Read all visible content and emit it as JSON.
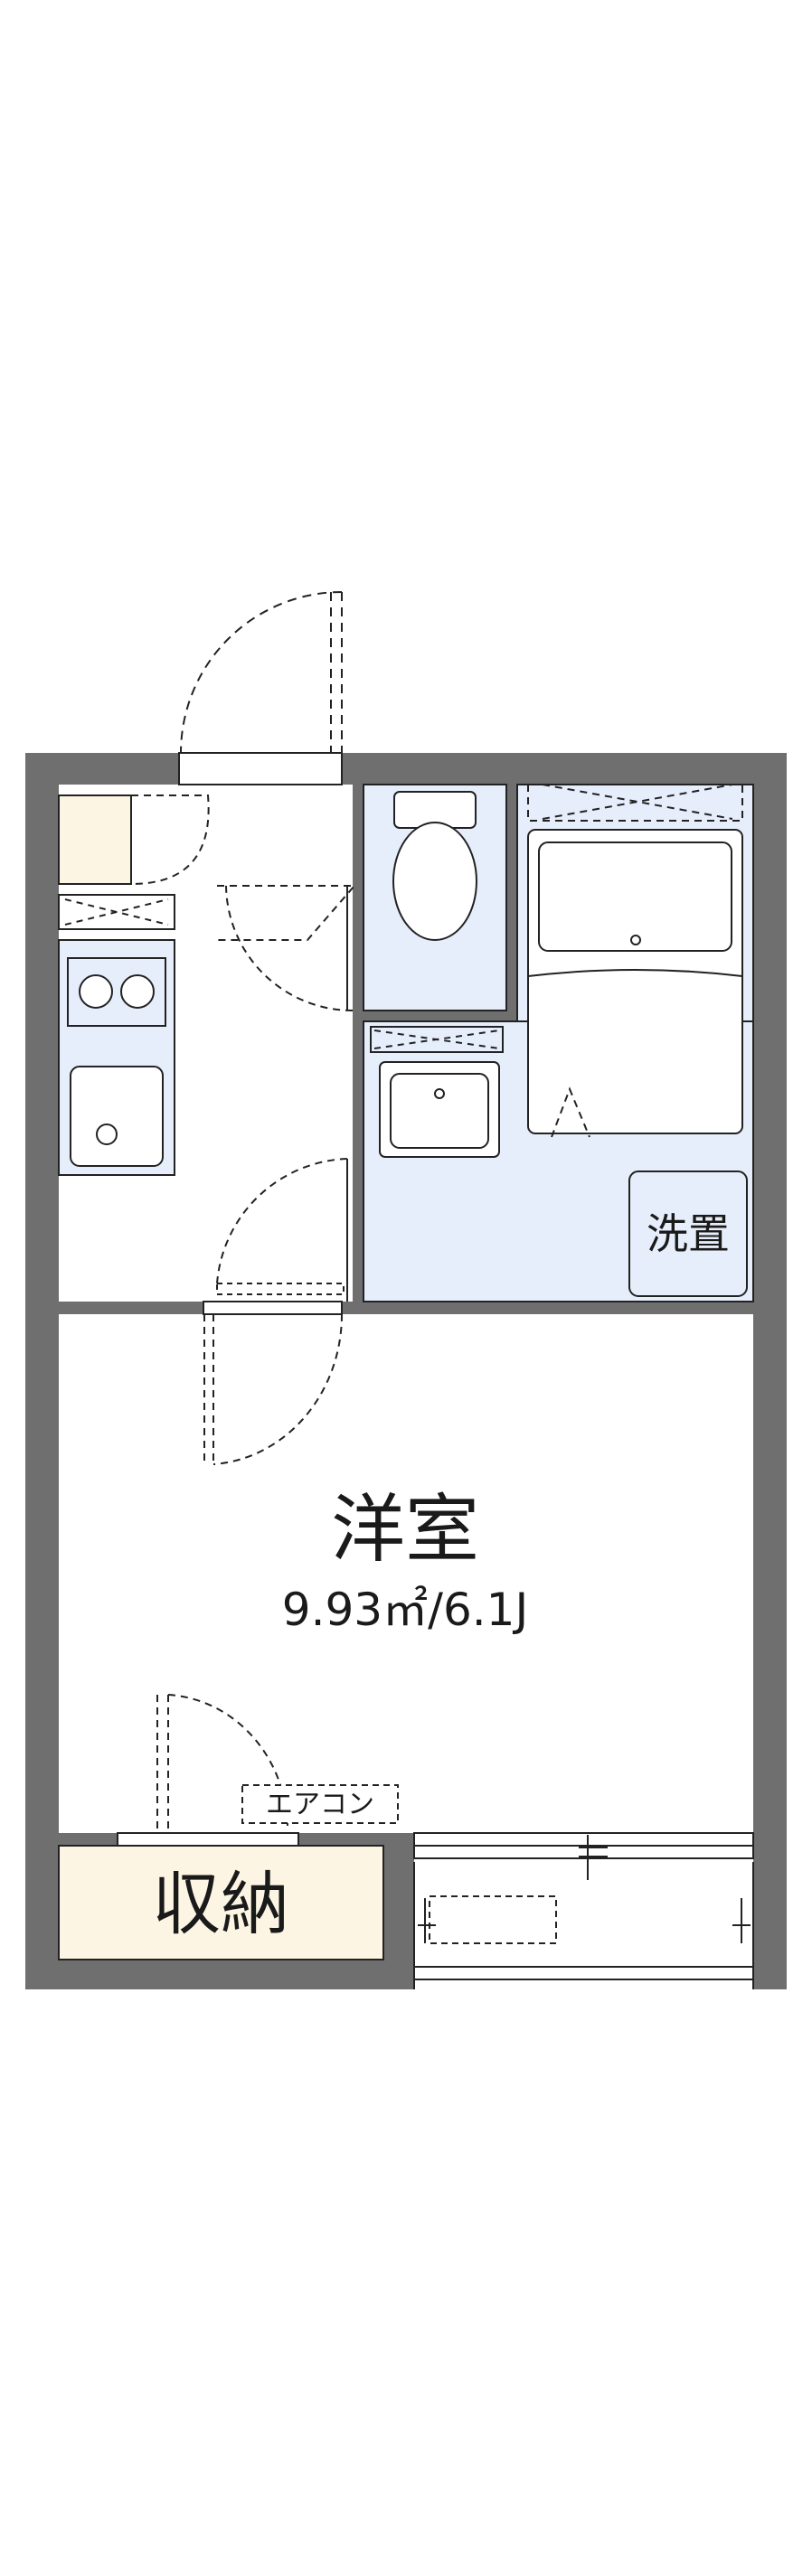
{
  "rooms": {
    "western": {
      "name": "洋室",
      "area": "9.93㎡/6.1J"
    },
    "storage": {
      "name": "収納"
    },
    "laundry": {
      "name": "洗置"
    }
  },
  "fixtures": {
    "aircon": "エアコン"
  },
  "colors": {
    "wall": "#6f6f6f",
    "wet_area": "#e6eefb",
    "storage_fill": "#fdf5e4",
    "line": "#222222",
    "background": "#ffffff"
  }
}
